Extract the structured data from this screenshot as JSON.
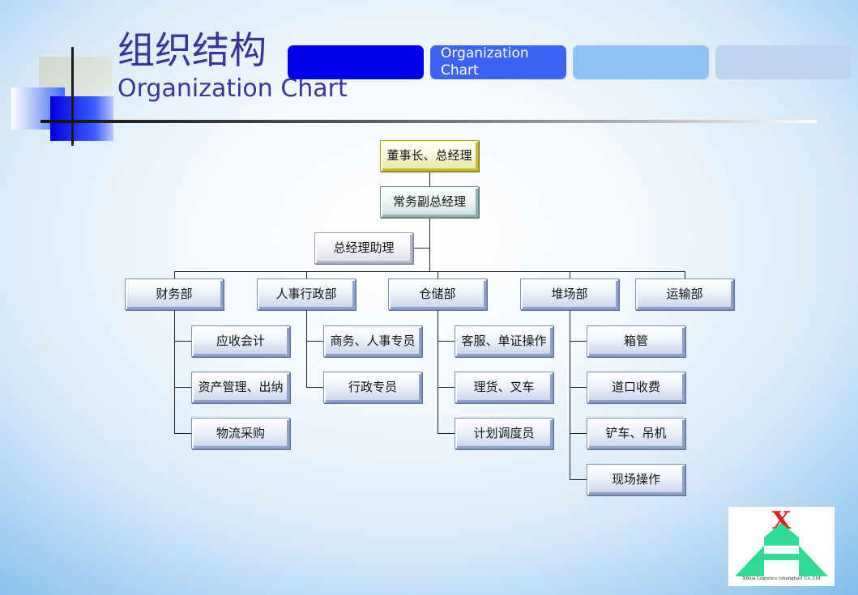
{
  "header": {
    "title_cn": "组织结构",
    "title_en": "Organization Chart",
    "tabs": [
      "",
      "Organization Chart",
      "",
      ""
    ]
  },
  "org": {
    "top": "董事长、总经理",
    "deputy": "常务副总经理",
    "assistant": "总经理助理",
    "departments": [
      {
        "name": "财务部",
        "subs": [
          "应收会计",
          "资产管理、出纳",
          "物流采购"
        ]
      },
      {
        "name": "人事行政部",
        "subs": [
          "商务、人事专员",
          "行政专员"
        ]
      },
      {
        "name": "仓储部",
        "subs": [
          "客服、单证操作",
          "理货、叉车",
          "计划调度员"
        ]
      },
      {
        "name": "堆场部",
        "subs": [
          "箱管",
          "道口收费",
          "铲车、吊机",
          "现场操作"
        ]
      },
      {
        "name": "运输部",
        "subs": []
      }
    ]
  },
  "logo": {
    "letter": "X",
    "company": "Xihua Logistics (shanghai) Co.,Ltd"
  },
  "colors": {
    "title": "#3a3598",
    "tab_dark": "#0000ee",
    "tab_mid": "#3b64f5",
    "tab_light": "#8ec2f3",
    "tab_pale": "#bcd5ea",
    "logo_green": "#2edc98",
    "logo_red": "#e02020"
  }
}
